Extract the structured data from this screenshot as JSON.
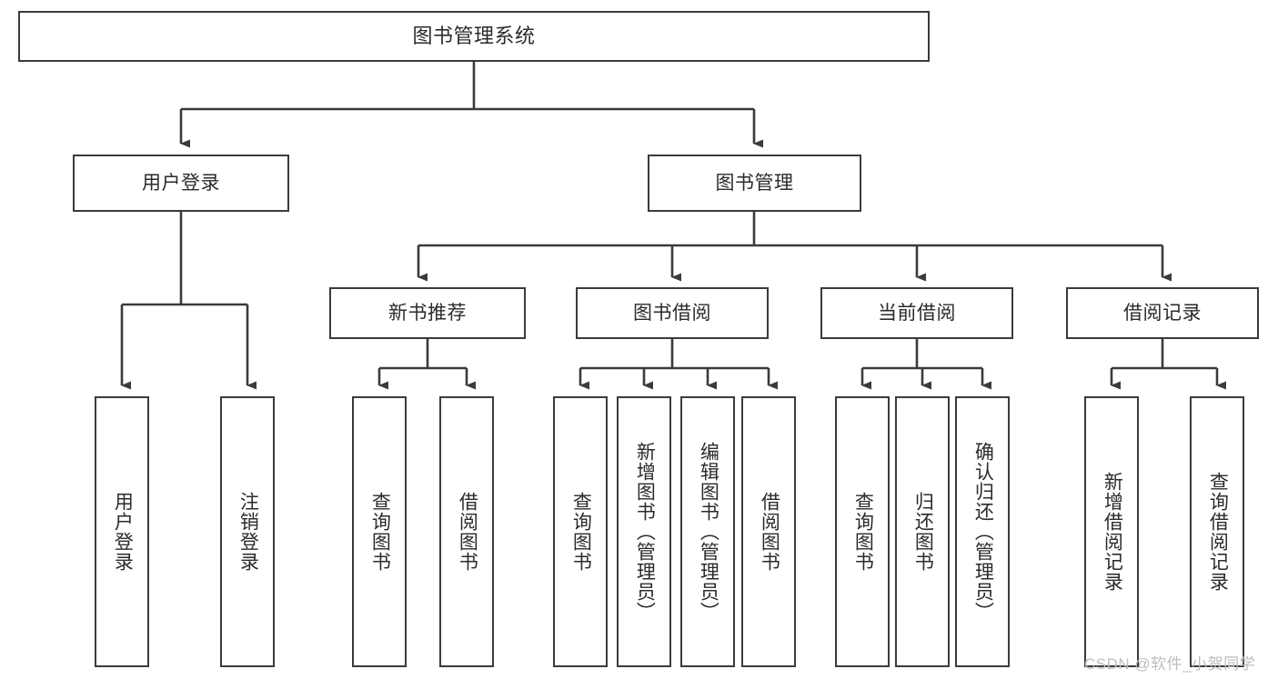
{
  "diagram": {
    "title": "图书管理系统",
    "type": "功能结构图",
    "line_color": "#3b3b3b",
    "text_color": "#2b2b2b",
    "background": "#ffffff"
  },
  "nodes": {
    "root": {
      "label": "图书管理系统"
    },
    "level2": [
      {
        "id": "user-login",
        "label": "用户登录"
      },
      {
        "id": "book-manage",
        "label": "图书管理"
      }
    ],
    "level3": [
      {
        "id": "new-book-recommend",
        "label": "新书推荐"
      },
      {
        "id": "book-borrow",
        "label": "图书借阅"
      },
      {
        "id": "current-borrow",
        "label": "当前借阅"
      },
      {
        "id": "borrow-record",
        "label": "借阅记录"
      }
    ],
    "leaves": {
      "user_login": [
        {
          "id": "leaf-user-login",
          "label": "用户登录"
        },
        {
          "id": "leaf-logout-login",
          "label": "注销登录"
        }
      ],
      "new_book_recommend": [
        {
          "id": "leaf-query-book-1",
          "label": "查询图书"
        },
        {
          "id": "leaf-borrow-book-1",
          "label": "借阅图书"
        }
      ],
      "book_borrow": [
        {
          "id": "leaf-query-book-2",
          "label": "查询图书"
        },
        {
          "id": "leaf-add-book",
          "label": "新增图书（管理员）"
        },
        {
          "id": "leaf-edit-book",
          "label": "编辑图书（管理员）"
        },
        {
          "id": "leaf-borrow-book-2",
          "label": "借阅图书"
        }
      ],
      "current_borrow": [
        {
          "id": "leaf-query-book-3",
          "label": "查询图书"
        },
        {
          "id": "leaf-return-book",
          "label": "归还图书"
        },
        {
          "id": "leaf-confirm-return",
          "label": "确认归还（管理员）"
        }
      ],
      "borrow_record": [
        {
          "id": "leaf-add-record",
          "label": "新增借阅记录"
        },
        {
          "id": "leaf-query-record",
          "label": "查询借阅记录"
        }
      ]
    }
  },
  "watermark": {
    "text": "CSDN @软件_小贺同学"
  }
}
